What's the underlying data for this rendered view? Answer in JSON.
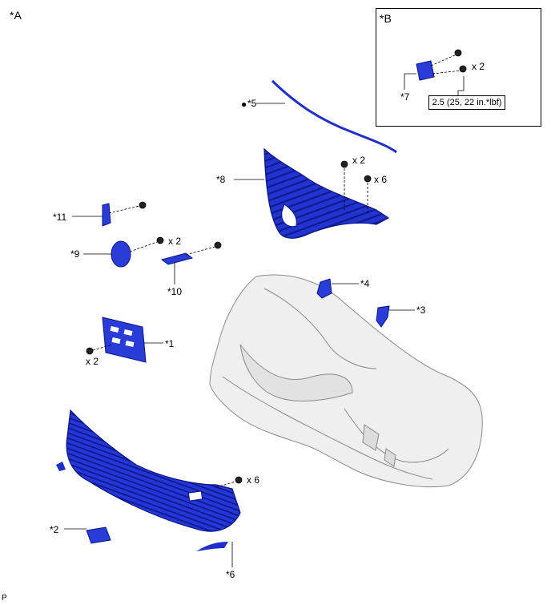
{
  "views": {
    "a": "*A",
    "b": "*B"
  },
  "parts": {
    "p1": "*1",
    "p2": "*2",
    "p3": "*3",
    "p4": "*4",
    "p5": "*5",
    "p6": "*6",
    "p7": "*7",
    "p8": "*8",
    "p9": "*9",
    "p10": "*10",
    "p11": "*11"
  },
  "quantities": {
    "q_inset": "x 2",
    "q_8a": "x 2",
    "q_8b": "x 6",
    "q_9": "x 2",
    "q_1": "x 2",
    "q_6": "x 6"
  },
  "torque_spec": "2.5 (25, 22 in.*lbf)",
  "bullet_symbol": "●",
  "footer_code": "P",
  "colors": {
    "part_blue": "#1f2fc8",
    "part_edge": "#0a1580",
    "bumper_fill": "#eeeeee",
    "bumper_edge": "#8a8a8a"
  }
}
